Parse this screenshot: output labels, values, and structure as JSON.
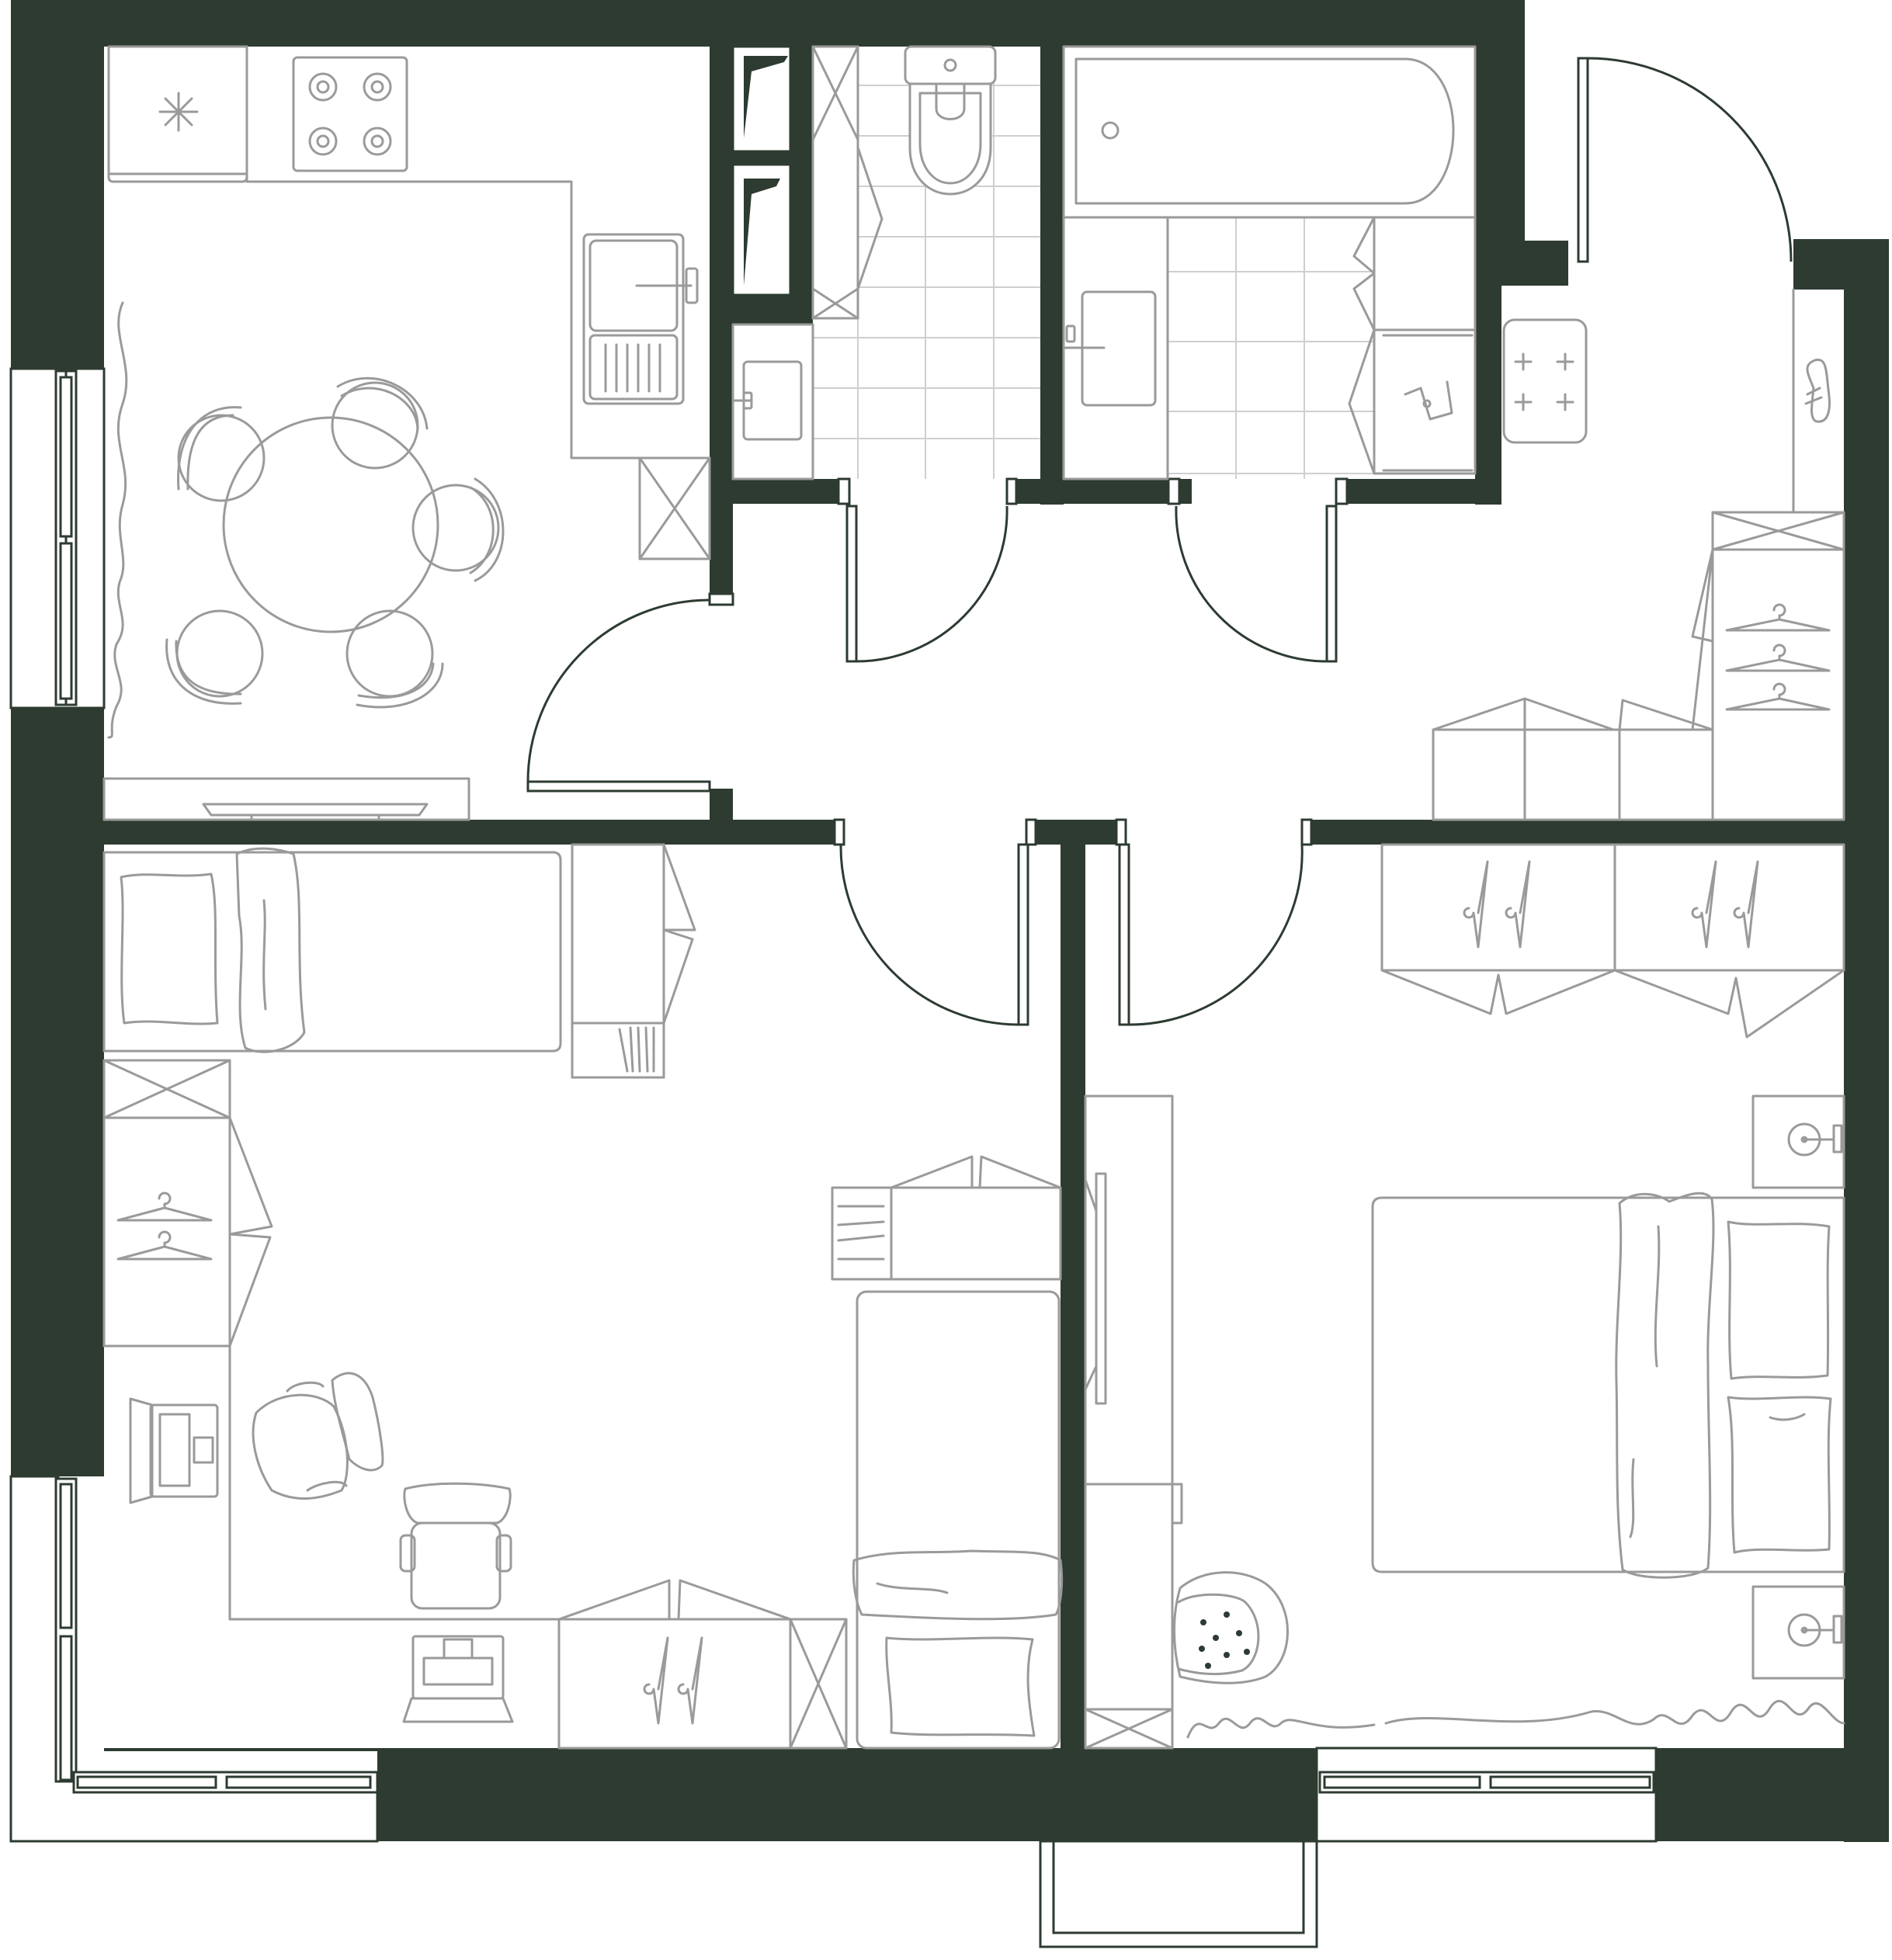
{
  "plan": {
    "wall_color": "#2d3b31",
    "furniture_color": "#9a9a9a",
    "rooms": [
      {
        "id": "kitchen-dining",
        "furniture": [
          "fridge-icon",
          "cooktop-icon",
          "sink-icon",
          "dining-table-icon",
          "chair-icon",
          "curtain-icon",
          "tv-console-icon"
        ]
      },
      {
        "id": "wc",
        "furniture": [
          "toilet-icon",
          "washbasin-icon",
          "shelf-icon"
        ]
      },
      {
        "id": "bathroom",
        "furniture": [
          "bathtub-icon",
          "washbasin-icon",
          "washing-machine-icon"
        ]
      },
      {
        "id": "hallway",
        "furniture": [
          "wardrobe-icon",
          "hanger-icon",
          "shoe-icon",
          "pouf-icon"
        ]
      },
      {
        "id": "kids-room",
        "furniture": [
          "bed-icon",
          "pillow-icon",
          "wardrobe-icon",
          "desk-icon",
          "office-chair-icon",
          "armchair-icon",
          "laptop-icon",
          "bookshelf-icon"
        ]
      },
      {
        "id": "bedroom",
        "furniture": [
          "double-bed-icon",
          "pillow-icon",
          "nightstand-icon",
          "wardrobe-icon",
          "tv-icon",
          "armchair-icon",
          "curtain-icon"
        ]
      }
    ]
  }
}
